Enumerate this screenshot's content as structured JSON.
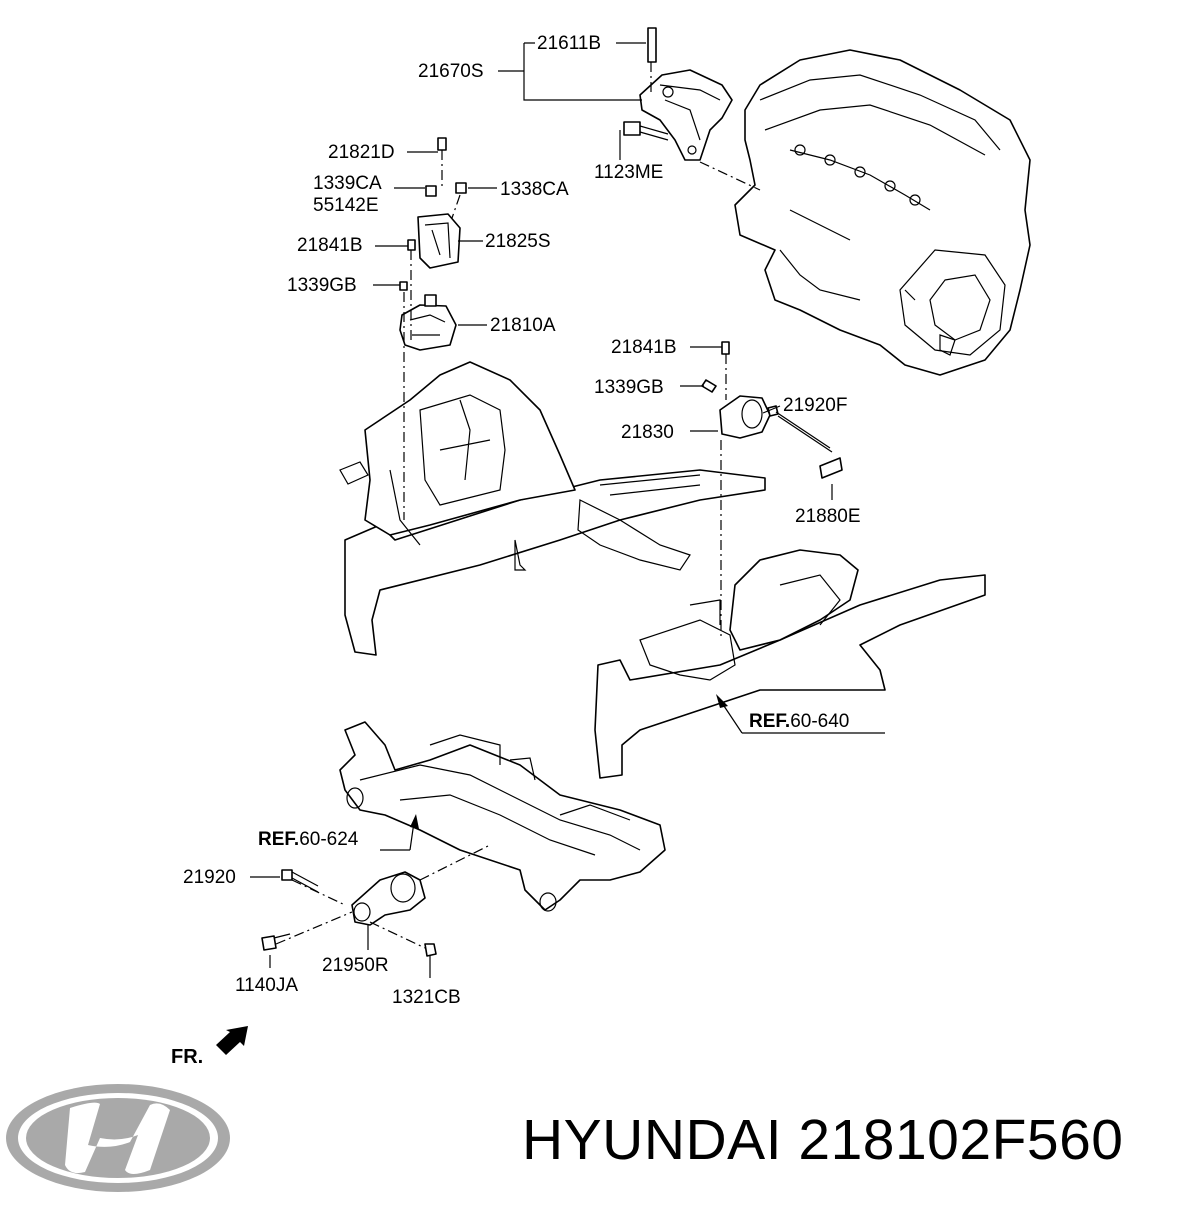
{
  "labels": {
    "p21611B": "21611B",
    "p21670S": "21670S",
    "p1123ME": "1123ME",
    "p21821D": "21821D",
    "p1339CA": "1339CA",
    "p55142E": "55142E",
    "p1338CA": "1338CA",
    "p21841B_a": "21841B",
    "p21825S": "21825S",
    "p1339GB_a": "1339GB",
    "p21810A": "21810A",
    "p21841B_b": "21841B",
    "p1339GB_b": "1339GB",
    "p21920F": "21920F",
    "p21830": "21830",
    "p21880E": "21880E",
    "p21920": "21920",
    "p1140JA": "1140JA",
    "p21950R": "21950R",
    "p1321CB": "1321CB"
  },
  "refs": {
    "ref_640_prefix": "REF.",
    "ref_640_num": "60-640",
    "ref_624_prefix": "REF.",
    "ref_624_num": "60-624"
  },
  "front_marker": "FR.",
  "caption": "HYUNDAI 218102F560",
  "logo": {
    "name": "hyundai-logo-icon",
    "color": "#a9a9a9"
  }
}
